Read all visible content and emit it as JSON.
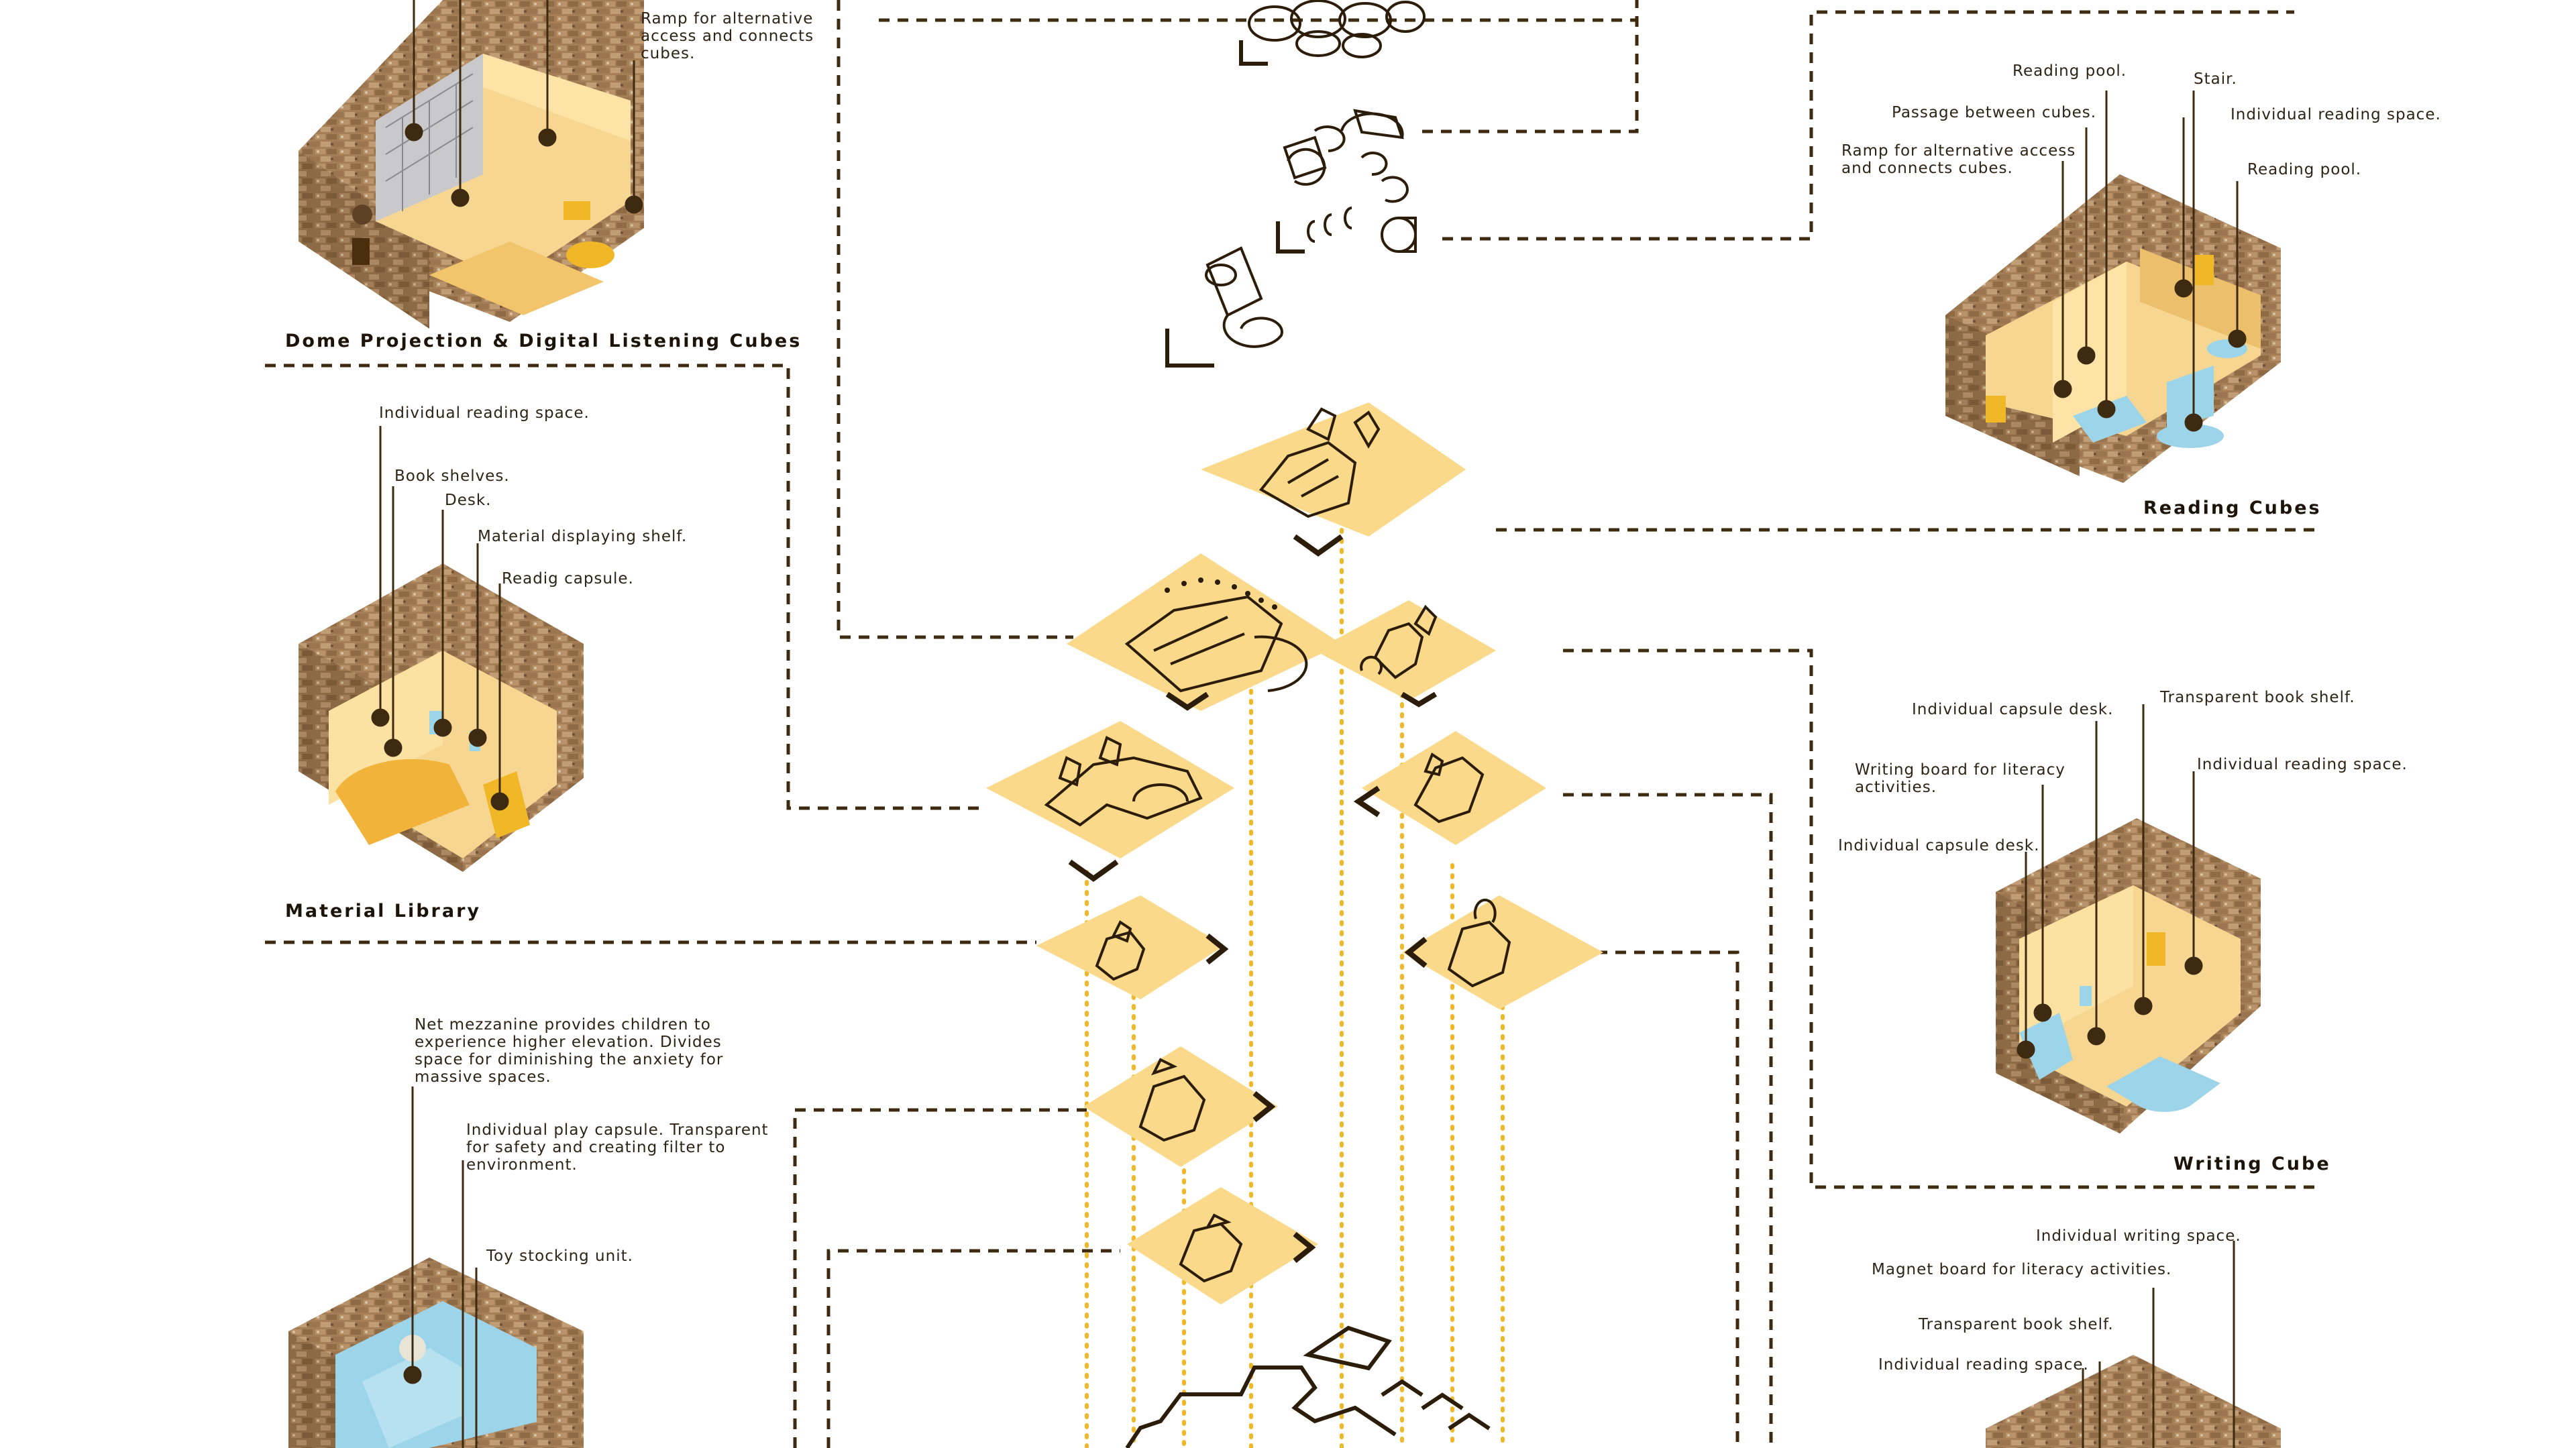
{
  "colors": {
    "brick": "#a47e56",
    "wood": "#f5c261",
    "wood_light": "#fde3a5",
    "dash": "#3d2a10",
    "callout": "#3d2a10",
    "platform": "#fbd98a",
    "dotted": "#f0b827",
    "glass": "#9cd4ea"
  },
  "sections": {
    "dome": {
      "title": "Dome Projection & Digital Listening Cubes",
      "notes": [
        "Ramp for alternative access and connects cubes."
      ]
    },
    "reading": {
      "title": "Reading Cubes",
      "notes": [
        "Reading pool.",
        "Stair.",
        "Passage between cubes.",
        "Individual reading space.",
        "Ramp for alternative access and connects cubes.",
        "Reading pool."
      ]
    },
    "material": {
      "title": "Material Library",
      "notes": [
        "Individual reading space.",
        "Book shelves.",
        "Desk.",
        "Material displaying shelf.",
        "Readig capsule."
      ]
    },
    "writing": {
      "title": "Writing Cube",
      "notes": [
        "Individual capsule desk.",
        "Transparent book shelf.",
        "Writing board for literacy activities.",
        "Individual reading space.",
        "Individual capsule desk."
      ]
    },
    "play": {
      "notes": [
        "Net mezzanine provides children to experience higher elevation. Divides space for diminishing the anxiety for massive spaces.",
        "Individual play capsule. Transparent for safety and creating filter to environment.",
        "Toy stocking unit."
      ]
    },
    "literacy": {
      "notes": [
        "Individual writing space.",
        "Magnet board for literacy activities.",
        "Transparent book shelf.",
        "Individual reading space."
      ]
    }
  }
}
